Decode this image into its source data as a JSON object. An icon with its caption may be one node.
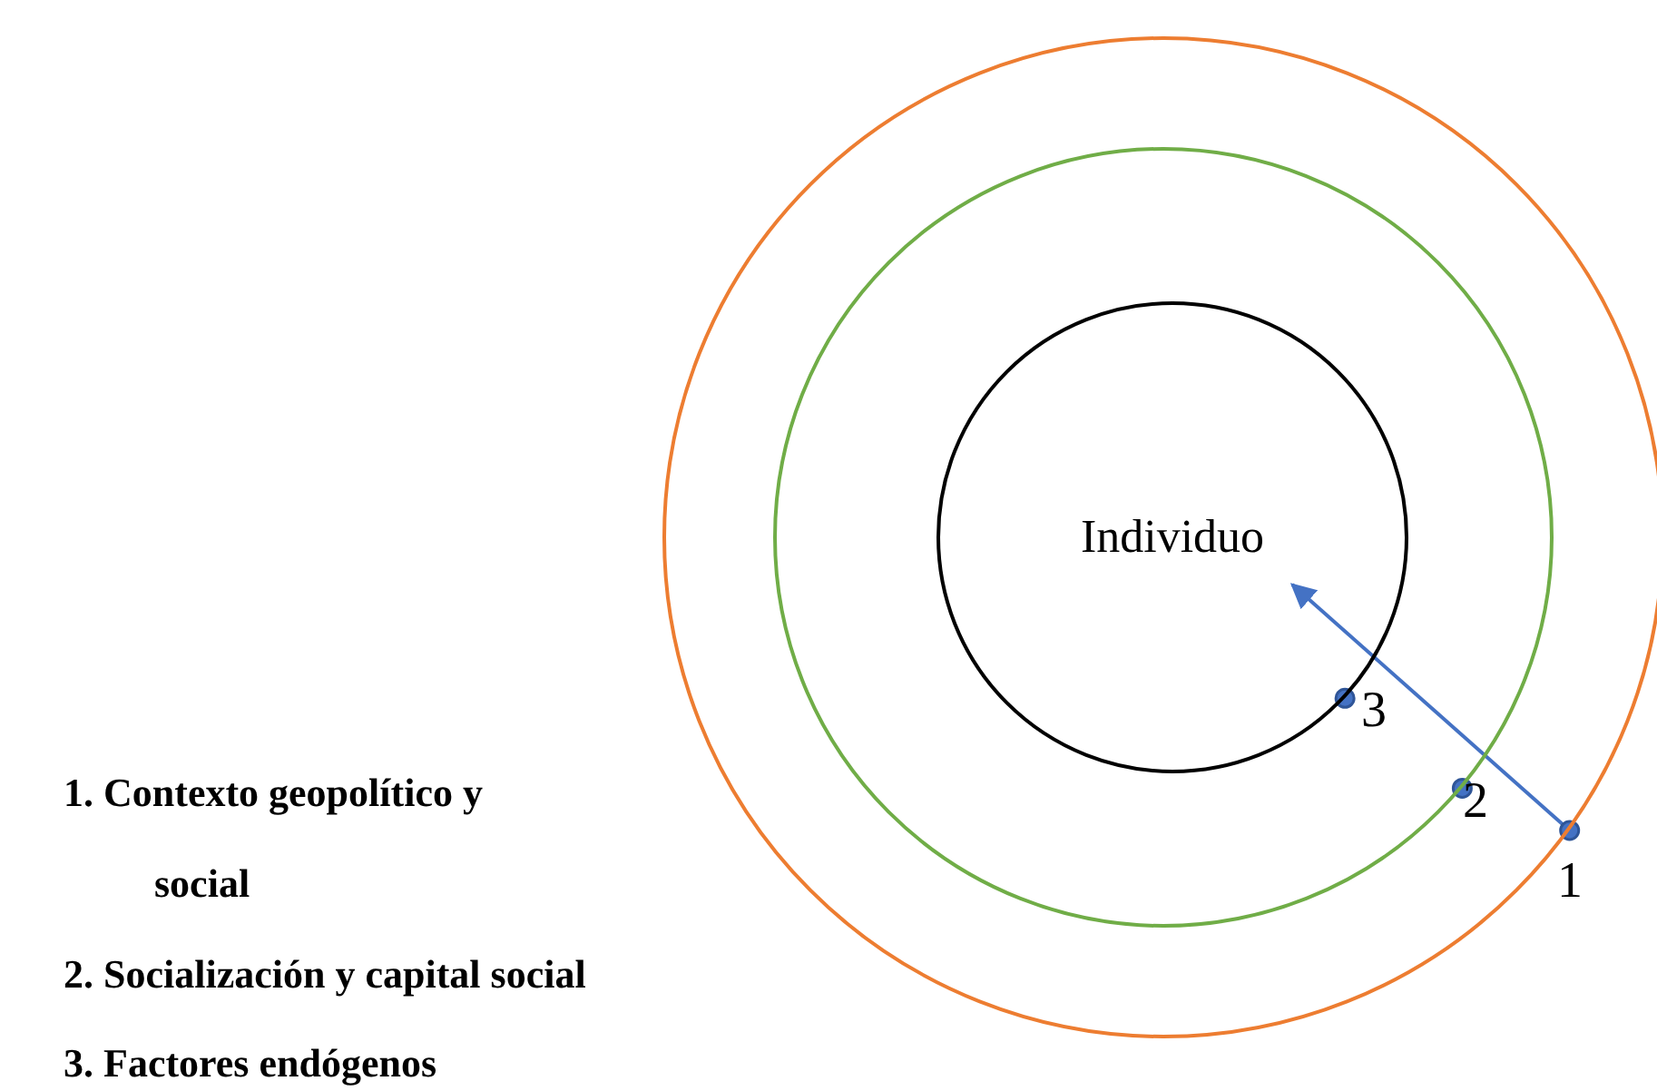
{
  "diagram": {
    "nodes": [
      {
        "text": [],
        "shape": "circle"
      },
      {
        "text": [],
        "shape": "circle",
        "in": 0
      },
      {
        "text": [
          "Individuo"
        ],
        "in": 1
      }
    ],
    "edges": [
      {
        "from": 0,
        "to": 2,
        "arrow": "to"
      }
    ],
    "labels": [
      "3",
      "2",
      "1",
      "1. Contexto geopolítico y social",
      "2. Socialización y capital social",
      "3. Factores endógenos"
    ]
  }
}
